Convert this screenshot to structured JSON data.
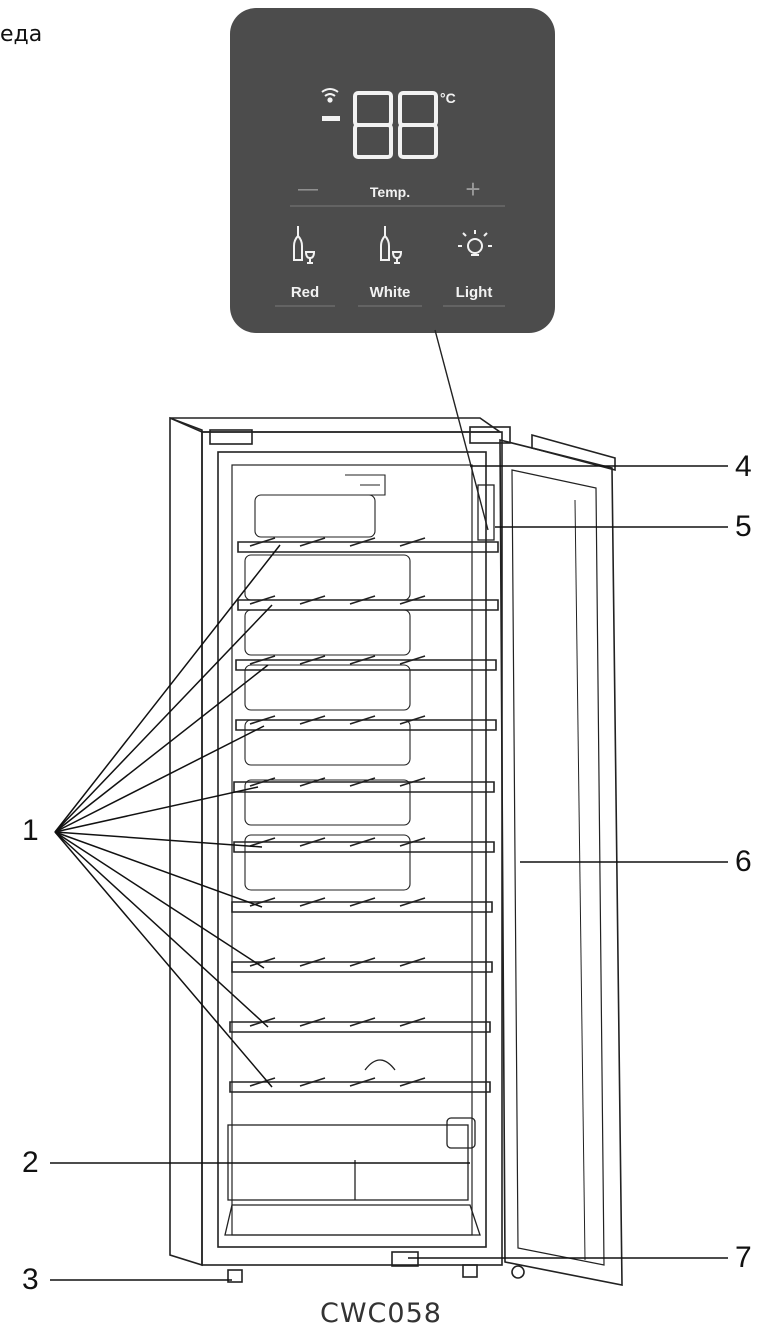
{
  "corner_text": "еда",
  "panel": {
    "temp_unit": "°C",
    "temp_label": "Temp.",
    "minus_symbol": "—",
    "plus_symbol": "+",
    "buttons": [
      "Red",
      "White",
      "Light"
    ],
    "icons": [
      "wifi-icon",
      "red-wine-bottle-icon",
      "white-wine-bottle-icon",
      "light-bulb-icon"
    ]
  },
  "callouts": [
    "1",
    "2",
    "3",
    "4",
    "5",
    "6",
    "7"
  ],
  "model": "CWC058"
}
